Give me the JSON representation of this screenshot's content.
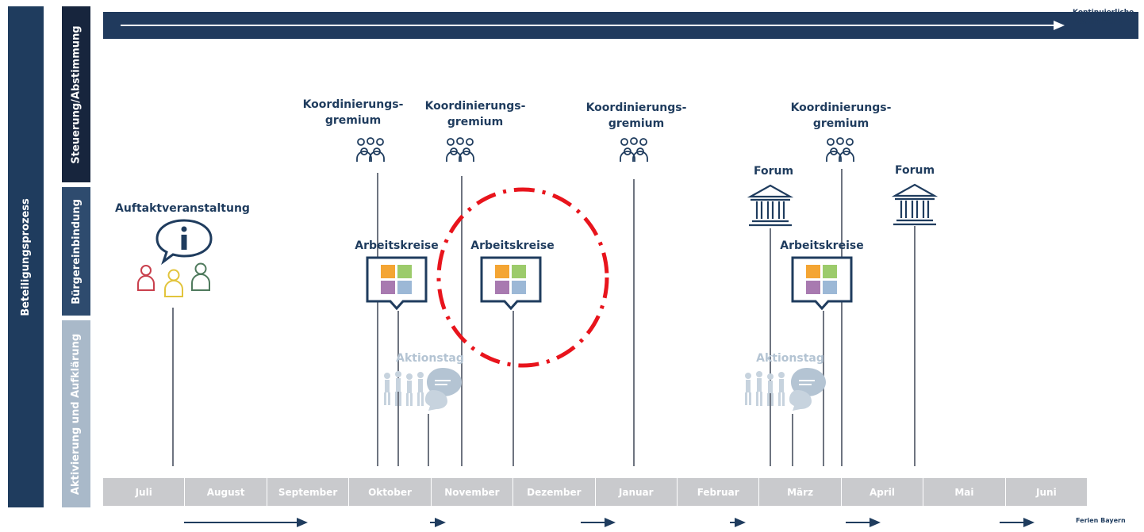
{
  "side_labels": {
    "outer": "Beteiligungsprozess",
    "steuerung": "Steuerung/Abstimmung",
    "buerger": "Bürgereinbindung",
    "aktivierung": "Aktivierung und Aufklärung"
  },
  "top_band_note": "Kontinuierliche\nAbstimmung A",
  "events": {
    "auftakt": "Auftaktveranstaltung",
    "koord1": "Koordinierungs-\ngremium",
    "koord2": "Koordinierungs-\ngremium",
    "koord3": "Koordinierungs-\ngremium",
    "koord4": "Koordinierungs-\ngremium",
    "forum1": "Forum",
    "forum2": "Forum",
    "ak1": "Arbeitskreise",
    "ak2": "Arbeitskreise",
    "ak3": "Arbeitskreise",
    "aktion1": "Aktionstag",
    "aktion2": "Aktionstag"
  },
  "months": [
    "Juli",
    "August",
    "September",
    "Oktober",
    "November",
    "Dezember",
    "Januar",
    "Februar",
    "März",
    "April",
    "Mai",
    "Juni"
  ],
  "footer_note": "Ferien Bayern",
  "colors": {
    "dark_navy": "#17253d",
    "navy": "#1f3c5e",
    "light_blue": "#a9b9c9",
    "highlight_red": "#e8141c",
    "tile_orange": "#f4a533",
    "tile_green": "#9ccb6b",
    "tile_purple": "#a87ab0",
    "tile_blue": "#9cb8d6"
  },
  "icons": [
    "people-group-icon",
    "building-icon",
    "info-bubble-icon",
    "board-icon",
    "walking-crowd-icon",
    "speech-bubbles-icon",
    "person-icon"
  ]
}
